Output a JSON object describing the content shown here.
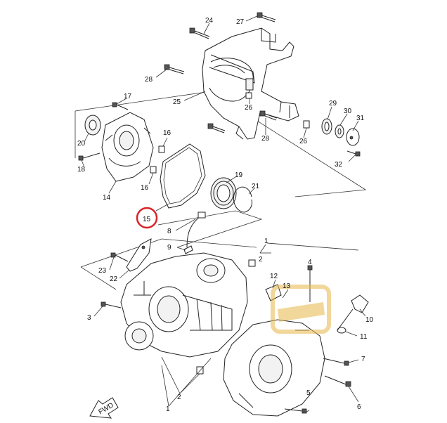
{
  "labels": {
    "l1": "1",
    "l2": "2",
    "l3": "3",
    "l4": "4",
    "l5": "5",
    "l6": "6",
    "l7": "7",
    "l8": "8",
    "l9": "9",
    "l10": "10",
    "l11": "11",
    "l12": "12",
    "l13": "13",
    "l14": "14",
    "l15": "15",
    "l16a": "16",
    "l16b": "16",
    "l17": "17",
    "l18": "18",
    "l19": "19",
    "l20": "20",
    "l21": "21",
    "l22": "22",
    "l23": "23",
    "l24": "24",
    "l25": "25",
    "l26a": "26",
    "l26b": "26",
    "l27": "27",
    "l28a": "28",
    "l28b": "28",
    "l29": "29",
    "l30": "30",
    "l31": "31",
    "l32": "32",
    "l1b": "1",
    "l2b": "2"
  },
  "fwd_label": "FWD",
  "highlight_color": "#d9232a",
  "watermark_color": "#e8b84a"
}
